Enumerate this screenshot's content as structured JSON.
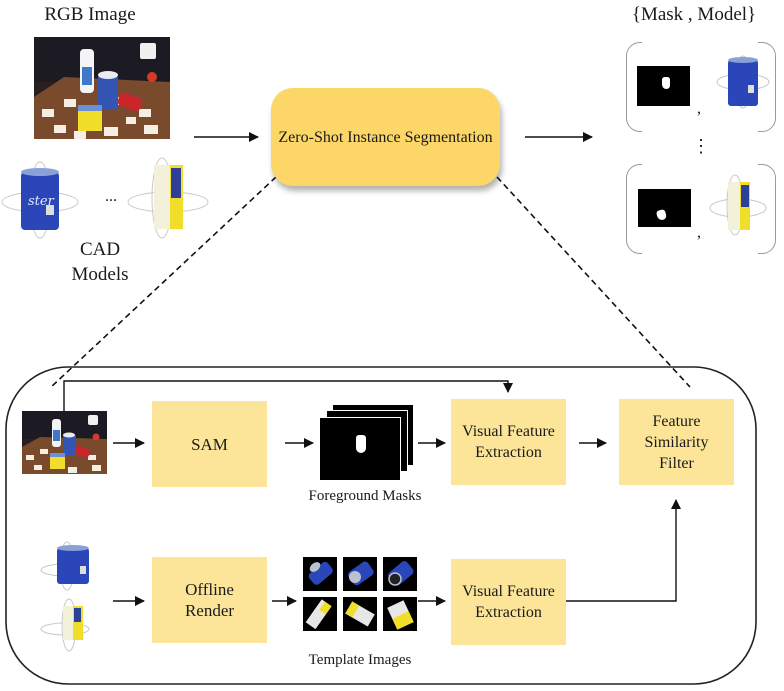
{
  "top": {
    "rgb_image_label": "RGB Image",
    "cad_models_label_line1": "CAD",
    "cad_models_label_line2": "Models",
    "ellipsis": "...",
    "main_block_line1": "Zero-Shot Instance",
    "main_block_line2": "Segmentation",
    "output_label": "{Mask , Model}",
    "output_comma": ",",
    "vertical_ellipsis": "⋮"
  },
  "pipeline": {
    "sam_label": "SAM",
    "foreground_masks_label": "Foreground Masks",
    "visual_feature_top_line1": "Visual Feature",
    "visual_feature_top_line2": "Extraction",
    "feature_filter_line1": "Feature",
    "feature_filter_line2": "Similarity",
    "feature_filter_line3": "Filter",
    "offline_render_line1": "Offline",
    "offline_render_line2": "Render",
    "template_images_label": "Template Images",
    "visual_feature_bottom_line1": "Visual Feature",
    "visual_feature_bottom_line2": "Extraction"
  },
  "colors": {
    "main_block": "#fcd666",
    "process_block": "#fce598",
    "can_blue": "#2a46b8",
    "box_yellow": "#f1de2a"
  }
}
